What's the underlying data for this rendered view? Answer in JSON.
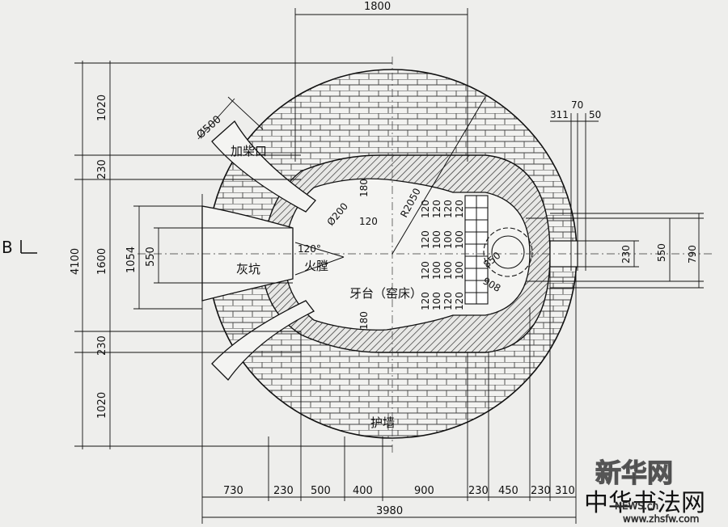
{
  "labels": {
    "feed_port": "加柴口",
    "ash_pit": "灰坑",
    "fire_chamber": "火膛",
    "kiln_bed": "牙台（窑床）",
    "protect_wall": "护墙",
    "section_mark": "B"
  },
  "dims": {
    "top_1800": "1800",
    "left_1020_top": "1020",
    "left_230_top": "230",
    "left_1600": "1600",
    "left_230_bot": "230",
    "left_1020_bot": "1020",
    "left_4100": "4100",
    "inner_1054": "1054",
    "inner_550_left": "550",
    "right_311": "311",
    "right_70": "70",
    "right_50": "50",
    "right_230": "230",
    "right_550": "550",
    "right_790": "790",
    "dia_500": "Ø500",
    "dia_200": "Ø200",
    "angle_120": "120°",
    "d_180_top": "180",
    "d_180_bot": "180",
    "d_120": "120",
    "r2050": "R2050",
    "d_850": "850",
    "d_908": "908",
    "bottom_segments": [
      "730",
      "230",
      "500",
      "400",
      "900",
      "230",
      "450",
      "230",
      "310"
    ],
    "bottom_total": "3980"
  },
  "grid_cols": [
    [
      "120",
      "120",
      "120",
      "120"
    ],
    [
      "120",
      "100",
      "100",
      "100"
    ],
    [
      "120",
      "100",
      "100",
      "120"
    ],
    [
      "120",
      "100",
      "100",
      "120"
    ]
  ],
  "watermark": {
    "brand": "新华网",
    "brand2": "中华书法网",
    "url1": "NEWS.cn",
    "url2": "www.zhsfw.com"
  }
}
